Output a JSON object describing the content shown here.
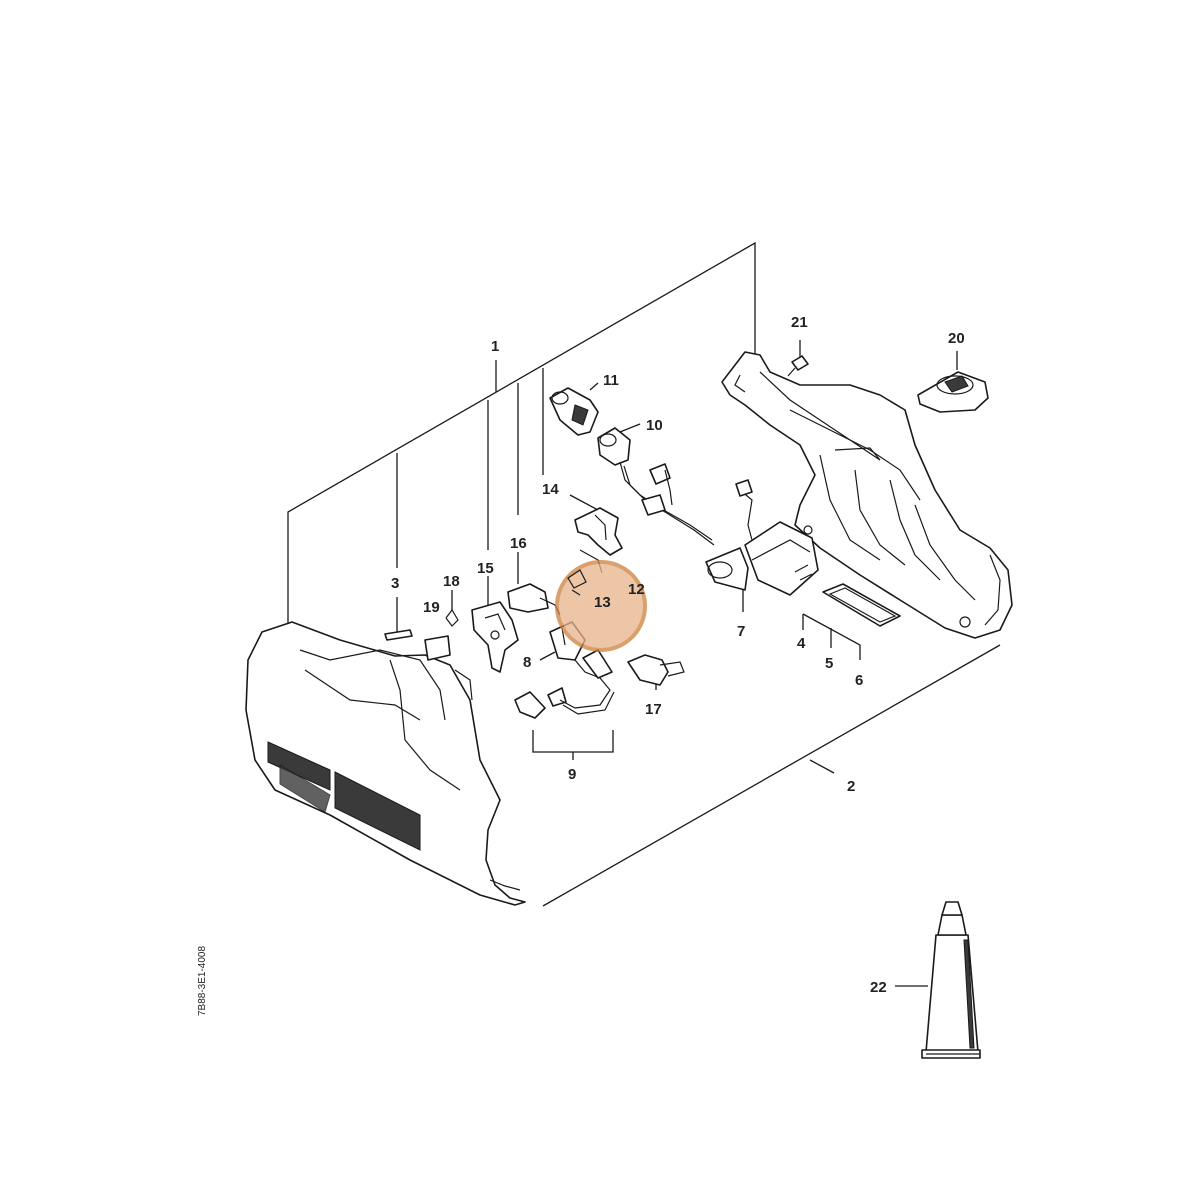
{
  "diagram": {
    "labels": [
      {
        "id": "1",
        "text": "1"
      },
      {
        "id": "2",
        "text": "2"
      },
      {
        "id": "3",
        "text": "3"
      },
      {
        "id": "4",
        "text": "4"
      },
      {
        "id": "5",
        "text": "5"
      },
      {
        "id": "6",
        "text": "6"
      },
      {
        "id": "7",
        "text": "7"
      },
      {
        "id": "8",
        "text": "8"
      },
      {
        "id": "9",
        "text": "9"
      },
      {
        "id": "10",
        "text": "10"
      },
      {
        "id": "11",
        "text": "11"
      },
      {
        "id": "12",
        "text": "12"
      },
      {
        "id": "13",
        "text": "13"
      },
      {
        "id": "14",
        "text": "14"
      },
      {
        "id": "15",
        "text": "15"
      },
      {
        "id": "16",
        "text": "16"
      },
      {
        "id": "17",
        "text": "17"
      },
      {
        "id": "18",
        "text": "18"
      },
      {
        "id": "19",
        "text": "19"
      },
      {
        "id": "20",
        "text": "20"
      },
      {
        "id": "21",
        "text": "21"
      },
      {
        "id": "22",
        "text": "22"
      }
    ],
    "highlight": {
      "part": "13",
      "color": "#cd7f3c",
      "fill": "#e8b48c"
    },
    "document_id": "7B88-3E1-4008"
  }
}
